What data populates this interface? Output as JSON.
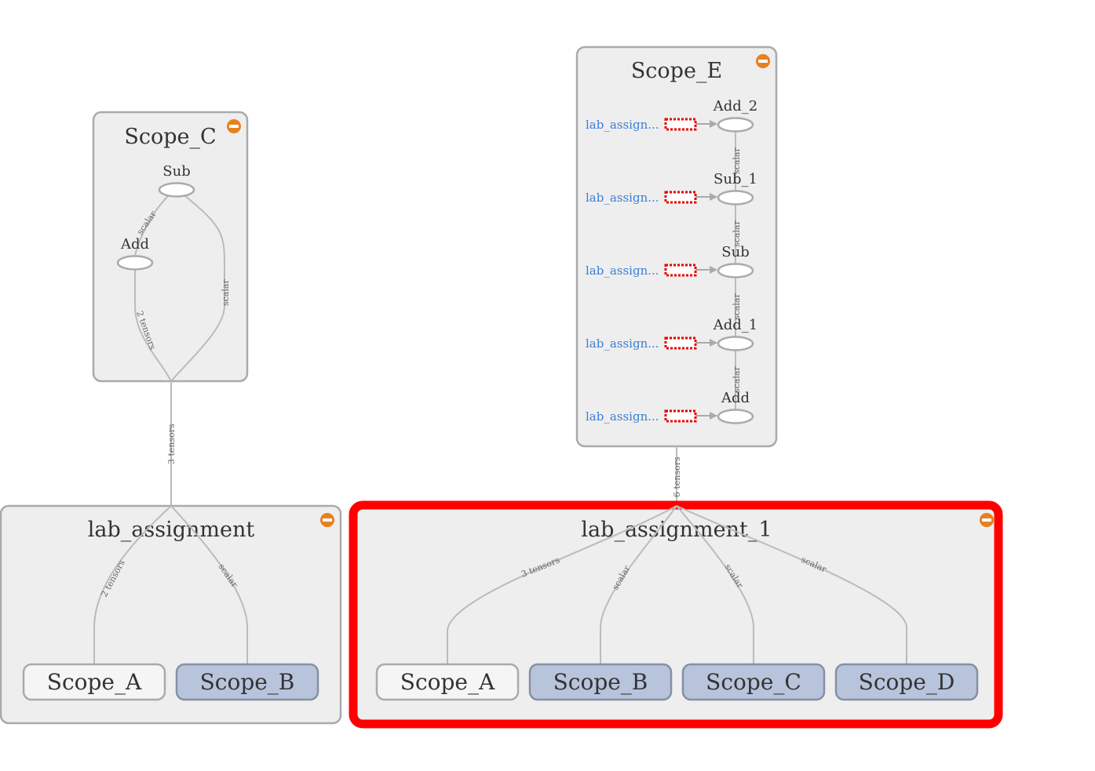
{
  "scope_c": {
    "title": "Scope_C",
    "nodes": {
      "sub": "Sub",
      "add": "Add"
    },
    "edges": {
      "sub_add": "scalar",
      "sub_out": "scalar",
      "add_out": "2 tensors"
    }
  },
  "scope_e": {
    "title": "Scope_E",
    "nodes": [
      "Add_2",
      "Sub_1",
      "Sub",
      "Add_1",
      "Add"
    ],
    "inputs": [
      "lab_assign...",
      "lab_assign...",
      "lab_assign...",
      "lab_assign...",
      "lab_assign..."
    ],
    "edge_label": "scalar"
  },
  "edges_between": {
    "c_to_lab": "3 tensors",
    "e_to_lab1": "6 tensors"
  },
  "lab_assignment": {
    "title": "lab_assignment",
    "edges": {
      "a": "2 tensors",
      "b": "scalar"
    },
    "scopes": [
      "Scope_A",
      "Scope_B"
    ]
  },
  "lab_assignment_1": {
    "title": "lab_assignment_1",
    "edges": {
      "a": "3 tensors",
      "b": "scalar",
      "c": "scalar",
      "d": "scalar"
    },
    "scopes": [
      "Scope_A",
      "Scope_B",
      "Scope_C",
      "Scope_D"
    ]
  },
  "colors": {
    "highlight": "#ff0000",
    "collapse_button": "#e8801e",
    "scope_fill": "#b8c4dc",
    "input_link": "#3b7ed8"
  }
}
